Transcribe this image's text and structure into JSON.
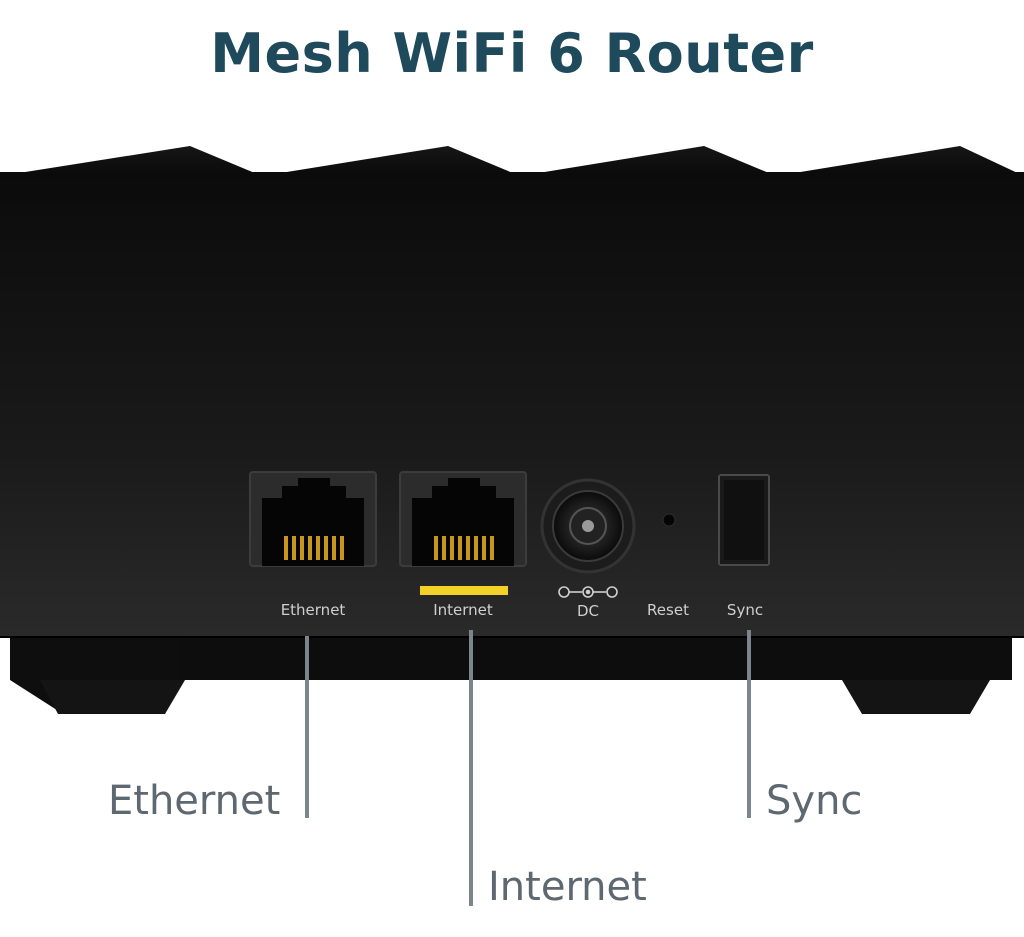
{
  "title": "Mesh WiFi 6 Router",
  "colors": {
    "title": "#1e4a5c",
    "callout_text": "#5d6870",
    "leader": "#7a858c",
    "internet_indicator": "#f2d226",
    "router_body": "#111111",
    "port_label": "#cfcfcf",
    "gold_pins": "#c8961e"
  },
  "ports": {
    "ethernet": "Ethernet",
    "internet": "Internet",
    "dc": "DC",
    "reset": "Reset",
    "sync": "Sync"
  },
  "callouts": {
    "ethernet": "Ethernet",
    "internet": "Internet",
    "sync": "Sync"
  }
}
